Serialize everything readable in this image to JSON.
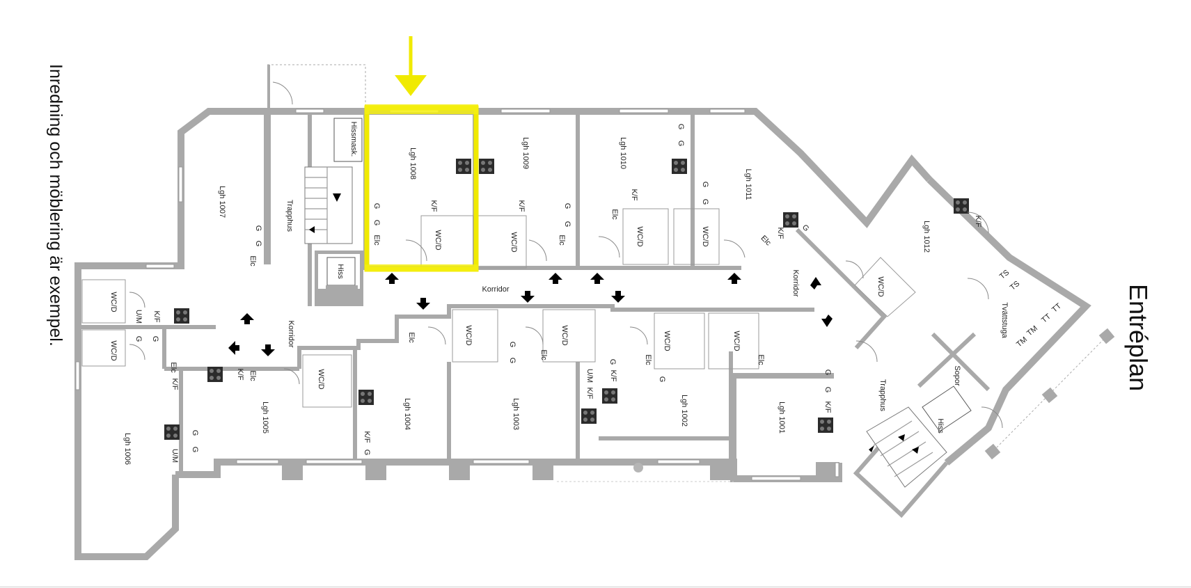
{
  "note": "Inredning och möblering är exempel.",
  "level": "Entréplan",
  "highlight_color": "#f0ea00",
  "apartments": [
    "Lgh 1001",
    "Lgh 1002",
    "Lgh 1003",
    "Lgh 1004",
    "Lgh 1005",
    "Lgh 1006",
    "Lgh 1007",
    "Lgh 1008",
    "Lgh 1009",
    "Lgh 1010",
    "Lgh 1011",
    "Lgh 1012"
  ],
  "spaces": {
    "trapphus": "Trapphus",
    "hissmask": "Hissmask.",
    "hiss": "Hiss",
    "korridor": "Korridor",
    "tvattstuga": "Tvättstuga",
    "sopor": "Sopor"
  },
  "fixture_codes": {
    "wcd": "WC/D",
    "kf": "K/F",
    "g": "G",
    "elc": "Elc",
    "um": "U/M",
    "ts": "TS",
    "tt": "TT",
    "tm": "TM"
  }
}
